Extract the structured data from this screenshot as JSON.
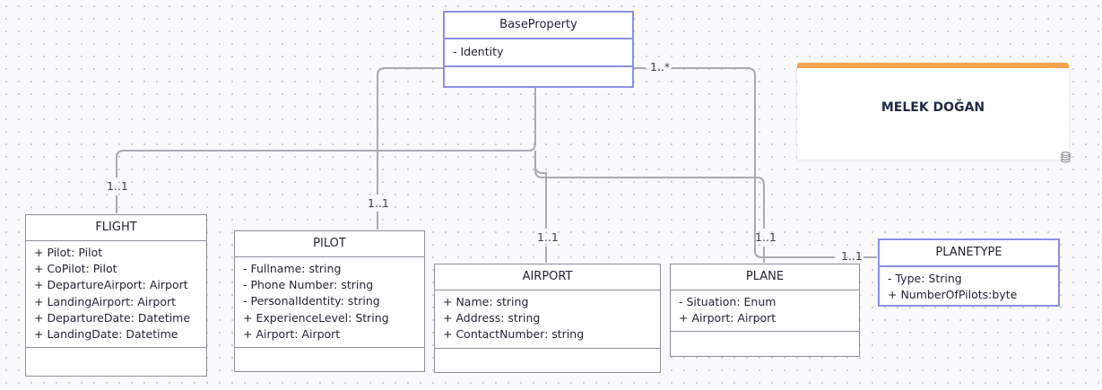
{
  "classes": {
    "baseproperty": {
      "name": "BaseProperty",
      "attributes": [
        "-  Identity"
      ]
    },
    "flight": {
      "name": "FLIGHT",
      "attributes": [
        "+ Pilot: Pilot",
        "+ CoPilot: Pilot",
        "+ DepartureAirport: Airport",
        "+ LandingAirport: Airport",
        "+ DepartureDate: Datetime",
        "+ LandingDate: Datetime"
      ]
    },
    "pilot": {
      "name": "PILOT",
      "attributes": [
        "-  Fullname: string",
        "-  Phone Number: string",
        "-  PersonalIdentity: string",
        "+ ExperienceLevel: String",
        "+ Airport: Airport"
      ]
    },
    "airport": {
      "name": "AIRPORT",
      "attributes": [
        "+ Name: string",
        "+ Address: string",
        "+ ContactNumber: string"
      ]
    },
    "plane": {
      "name": "PLANE",
      "attributes": [
        "-  Situation: Enum",
        "+ Airport: Airport"
      ]
    },
    "planetype": {
      "name": "PLANETYPE",
      "attributes": [
        "-  Type: String",
        "+ NumberOfPilots:byte"
      ]
    }
  },
  "multiplicities": {
    "base_top": "1..*",
    "flight": "1..1",
    "pilot": "1..1",
    "airport": "1..1",
    "plane": "1..1",
    "planetype": "1..1"
  },
  "note": {
    "text": "MELEK DOĞAN",
    "accent_color": "#f2a54a",
    "icon": "database-icon"
  },
  "colors": {
    "selected_border": "#8a8fe6",
    "border": "#8c8f99",
    "connector": "#a9abb3"
  }
}
